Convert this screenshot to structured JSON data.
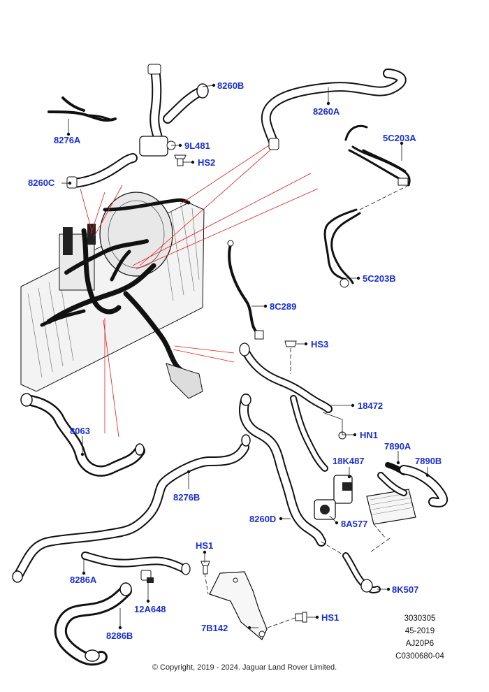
{
  "callouts": {
    "c8260B": "8260B",
    "c8260A": "8260A",
    "c8276A": "8276A",
    "c9L481": "9L481",
    "cHS2": "HS2",
    "c8260C": "8260C",
    "c5C203A": "5C203A",
    "c5C203B": "5C203B",
    "c8C289": "8C289",
    "cHS3": "HS3",
    "c18472": "18472",
    "c8063": "8063",
    "cHN1": "HN1",
    "c7890A": "7890A",
    "c7890B": "7890B",
    "c18K487": "18K487",
    "c8276B": "8276B",
    "c8260D": "8260D",
    "c8A577": "8A577",
    "cHS1a": "HS1",
    "c8K507": "8K507",
    "c8286A": "8286A",
    "c12A648": "12A648",
    "c8286B": "8286B",
    "cHS1b": "HS1",
    "c7B142": "7B142"
  },
  "reference": {
    "line1": "3030305",
    "line2": "45-2019",
    "line3": "AJ20P6",
    "line4": "C0300680-04"
  },
  "copyright": "© Copyright, 2019 - 2024. Jaguar Land Rover Limited.",
  "colors": {
    "callout": "#1a2fd6",
    "leader_red": "#e31b1b",
    "line": "#111111"
  }
}
